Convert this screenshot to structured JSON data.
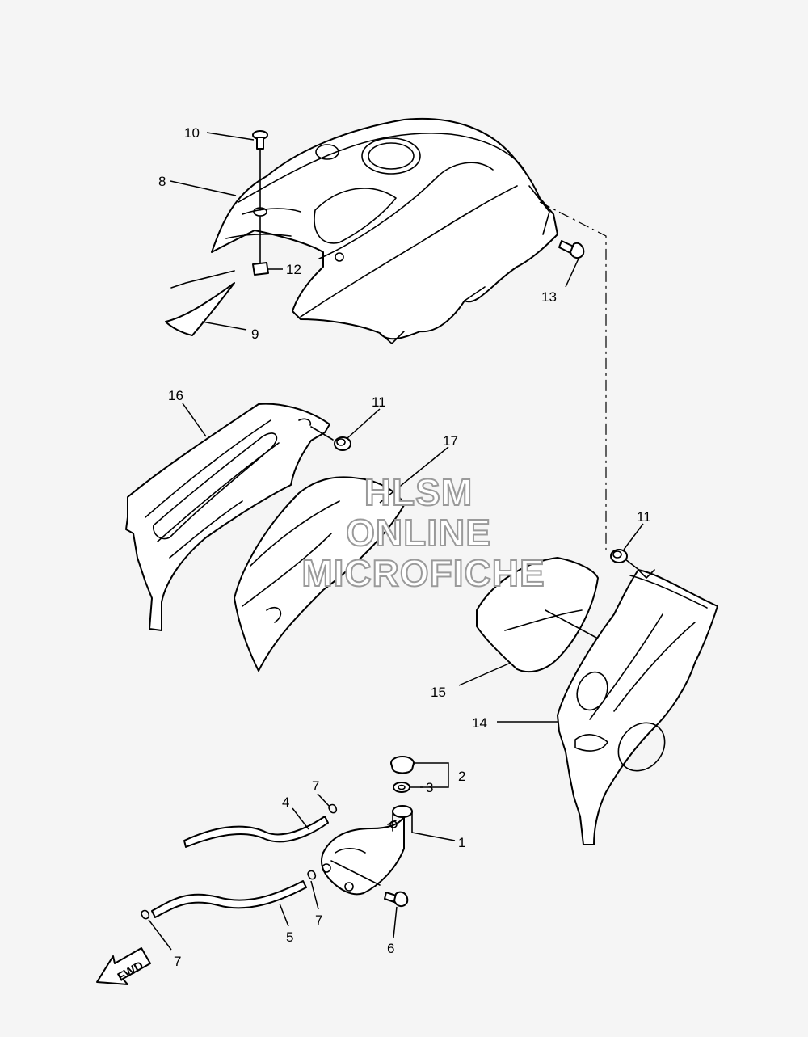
{
  "callouts": {
    "c1": "1",
    "c2": "2",
    "c3": "3",
    "c4": "4",
    "c5": "5",
    "c6": "6",
    "c7a": "7",
    "c7b": "7",
    "c7c": "7",
    "c8": "8",
    "c9": "9",
    "c10": "10",
    "c11a": "11",
    "c11b": "11",
    "c12": "12",
    "c13": "13",
    "c14": "14",
    "c15": "15",
    "c16": "16",
    "c17": "17"
  },
  "watermark": {
    "line1": "HLSM",
    "line2": "ONLINE",
    "line3": "MICROFICHE"
  },
  "fwd_label": "FWD"
}
